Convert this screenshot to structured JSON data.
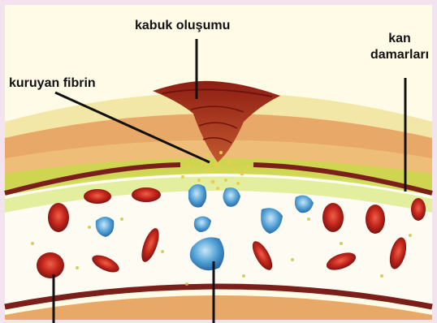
{
  "labels": {
    "scab": "kabuk oluşumu",
    "fibrin": "kuruyan fibrin",
    "vessels_line1": "kan",
    "vessels_line2": "damarları"
  },
  "colors": {
    "background_frame": "#f3e3ee",
    "skin_top": "#f2e7a6",
    "skin_layer": "#e8a868",
    "vessel_wall": "#7a1f1a",
    "plasma": "#fdfbf2",
    "red_cell": "#c3261c",
    "white_cell": "#4f9fd4",
    "scab": "#9a2418",
    "fibrin_dots": "#e6cf4a"
  }
}
